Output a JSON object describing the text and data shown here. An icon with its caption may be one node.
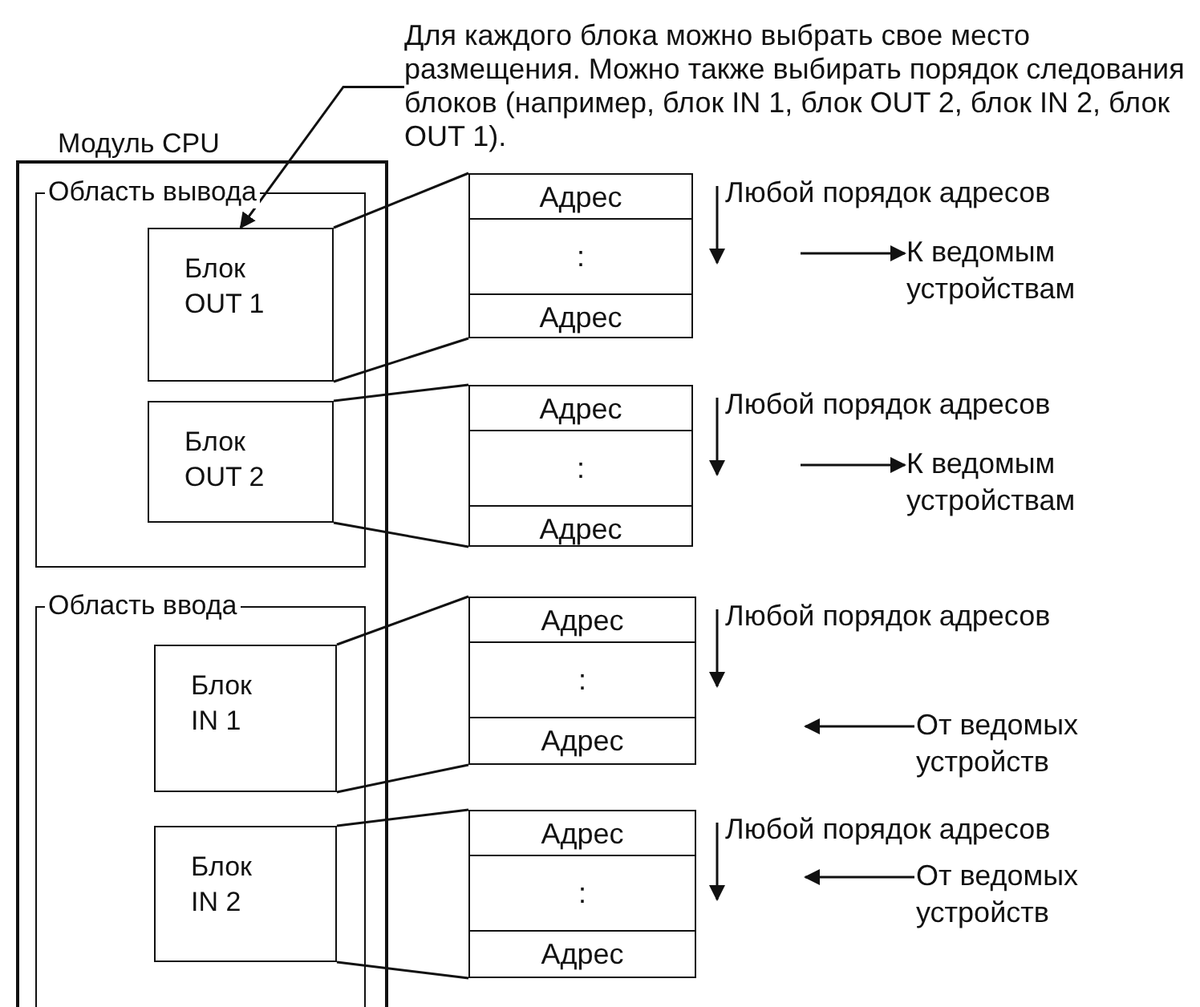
{
  "diagram": {
    "nodes": [
      {
        "text": [
          "Для каждого блока можно выбрать свое место размещения. Можно также выбирать порядок следования блоков (например, блок IN 1, блок OUT 2, блок IN 2, блок OUT 1)."
        ]
      },
      {
        "text": [
          "Модуль CPU"
        ]
      },
      {
        "text": [
          "Область вывода"
        ],
        "in": 1
      },
      {
        "text": [
          "Блок OUT 1"
        ],
        "in": 2
      },
      {
        "text": [
          "Адрес",
          ":",
          "Адрес"
        ]
      },
      {
        "text": [
          "К ведомым устройствам"
        ]
      },
      {
        "text": [
          "Блок OUT 2"
        ],
        "in": 2
      },
      {
        "text": [
          "Адрес",
          ":",
          "Адрес"
        ]
      },
      {
        "text": [
          "К ведомым устройствам"
        ]
      },
      {
        "text": [
          "Область ввода"
        ],
        "in": 1
      },
      {
        "text": [
          "Блок IN 1"
        ],
        "in": 9
      },
      {
        "text": [
          "Адрес",
          ":",
          "Адрес"
        ]
      },
      {
        "text": [
          "От ведомых устройств"
        ]
      },
      {
        "text": [
          "Блок IN 2"
        ],
        "in": 9
      },
      {
        "text": [
          "Адрес",
          ":",
          "Адрес"
        ]
      },
      {
        "text": [
          "От ведомых устройств"
        ]
      }
    ],
    "edges": [
      {
        "from": 0,
        "to": 3,
        "arrow": "to"
      },
      {
        "from": 3,
        "to": 4,
        "arrow": "none"
      },
      {
        "from": 3,
        "to": 4,
        "arrow": "none"
      },
      {
        "from": null,
        "to": 5,
        "arrow": "to"
      },
      {
        "from": 6,
        "to": 7,
        "arrow": "none"
      },
      {
        "from": 6,
        "to": 7,
        "arrow": "none"
      },
      {
        "from": null,
        "to": 8,
        "arrow": "to"
      },
      {
        "from": 10,
        "to": 11,
        "arrow": "none"
      },
      {
        "from": 10,
        "to": 11,
        "arrow": "none"
      },
      {
        "from": 12,
        "to": null,
        "arrow": "to"
      },
      {
        "from": 13,
        "to": 14,
        "arrow": "none"
      },
      {
        "from": 13,
        "to": 14,
        "arrow": "none"
      },
      {
        "from": 15,
        "to": null,
        "arrow": "to"
      }
    ],
    "labels": [
      "Любой порядок адресов",
      "Любой порядок адресов",
      "Любой порядок адресов",
      "Любой порядок адресов"
    ]
  }
}
